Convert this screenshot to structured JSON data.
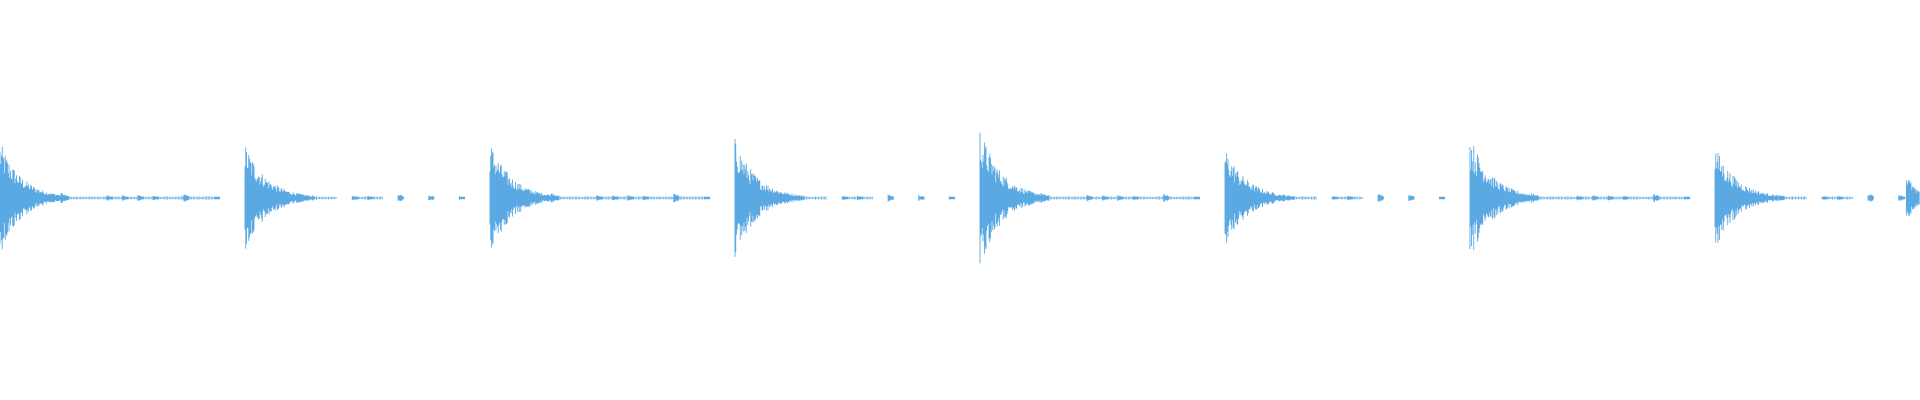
{
  "waveform": {
    "color": "#5aa9e3",
    "background": "#ffffff",
    "bars": 8,
    "beats_per_bar": 4,
    "sixteenths_per_bar": 16,
    "main_hits": [
      {
        "bar": 0,
        "level": 0.95
      },
      {
        "bar": 1,
        "level": 0.92
      },
      {
        "bar": 2,
        "level": 0.95
      },
      {
        "bar": 3,
        "level": 1.0
      },
      {
        "bar": 4,
        "level": 1.18
      },
      {
        "bar": 5,
        "level": 0.85
      },
      {
        "bar": 6,
        "level": 1.06
      },
      {
        "bar": 7,
        "level": 0.88
      }
    ],
    "small_hit_pattern_a": [
      {
        "step": 4,
        "level": 0.09
      },
      {
        "step": 7,
        "level": 0.05
      },
      {
        "step": 8,
        "level": 0.05
      },
      {
        "step": 9,
        "level": 0.05
      },
      {
        "step": 10,
        "level": 0.04
      },
      {
        "step": 12,
        "level": 0.08
      },
      {
        "step": 14,
        "level": 0.03
      }
    ],
    "small_hit_pattern_b": [
      {
        "step": 7,
        "level": 0.04
      },
      {
        "step": 8,
        "level": 0.04
      },
      {
        "step": 10,
        "level": 0.08
      },
      {
        "step": 12,
        "level": 0.06
      },
      {
        "step": 14,
        "level": 0.03
      }
    ],
    "final_fill": true
  }
}
